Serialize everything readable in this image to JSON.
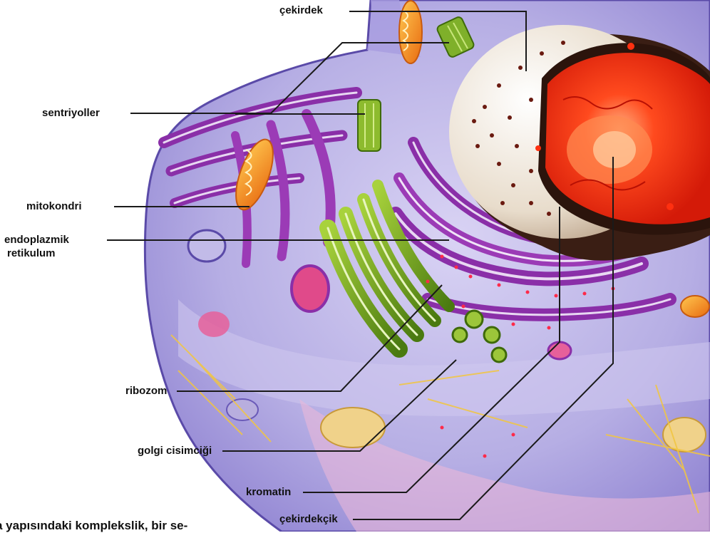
{
  "labels": {
    "cekirdek": "çekirdek",
    "sentriyoller": "sentriyoller",
    "mitokondri": "mitokondri",
    "endoplazmik_1": "endoplazmik",
    "endoplazmik_2": "retikulum",
    "ribozom": "ribozom",
    "golgi": "golgi cisimciği",
    "kromatin": "kromatin",
    "cekirdekcik": "çekirdekçik"
  },
  "caption": "a yapısındaki komplekslik, bir se-",
  "colors": {
    "cytoplasm": "#b9b2e6",
    "er_purple": "#8a2fa8",
    "nucleus_shell": "#ece3d6",
    "nucleus_inner": "#ff2a10",
    "golgi_green": "#78a21e",
    "mitochondria": "#ff9a1e",
    "leader_line": "#1a1a1a"
  }
}
